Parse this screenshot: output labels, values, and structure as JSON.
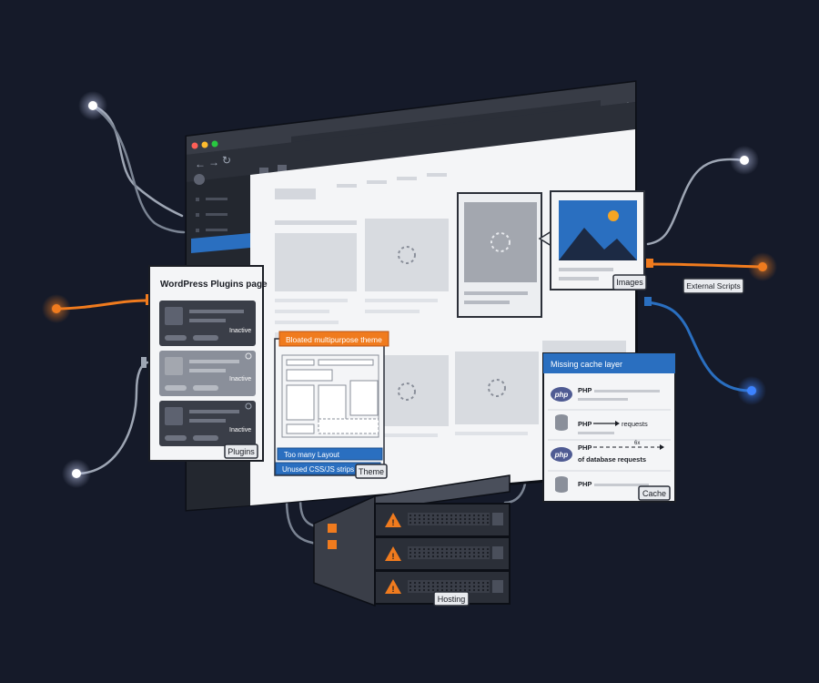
{
  "colors": {
    "background": "#151a29",
    "accent_orange": "#f07b1e",
    "accent_blue": "#2a6fc0",
    "plug_white": "#ffffff",
    "plug_orange": "#f07b1e",
    "plug_blue": "#3c82ff"
  },
  "browser": {
    "icons": [
      "wordpress-logo-icon",
      "back-arrow-icon",
      "forward-arrow-icon",
      "reload-icon",
      "search-icon",
      "cart-icon",
      "user-icon",
      "more-dots-icon"
    ]
  },
  "plugins_panel": {
    "title": "WordPress Plugins page",
    "rows": [
      {
        "status": "Inactive"
      },
      {
        "status": "Inactive"
      },
      {
        "status": "Inactive"
      }
    ],
    "tag": "Plugins"
  },
  "theme_panel": {
    "header": "Bloated multipurpose theme",
    "issues": [
      "Too many Layout",
      "Unused CSS/JS strips"
    ],
    "tag": "Theme"
  },
  "images_panel": {
    "tag": "Images"
  },
  "scripts_tag": "External Scripts",
  "cache_panel": {
    "header": "Missing cache layer",
    "rows": [
      {
        "icon": "php-icon",
        "label": "PHP",
        "extra": ""
      },
      {
        "icon": "database-icon",
        "label": "PHP",
        "extra": "requests"
      },
      {
        "icon": "php-icon",
        "label": "PHP",
        "extra": "of database requests"
      },
      {
        "icon": "database-icon",
        "label": "PHP",
        "extra": ""
      }
    ],
    "php_logo_text": "php",
    "arrow_note": "6x",
    "tag": "Cache"
  },
  "hosting": {
    "tag": "Hosting",
    "units": [
      {
        "status": "warning"
      },
      {
        "status": "warning"
      },
      {
        "status": "warning"
      }
    ]
  }
}
